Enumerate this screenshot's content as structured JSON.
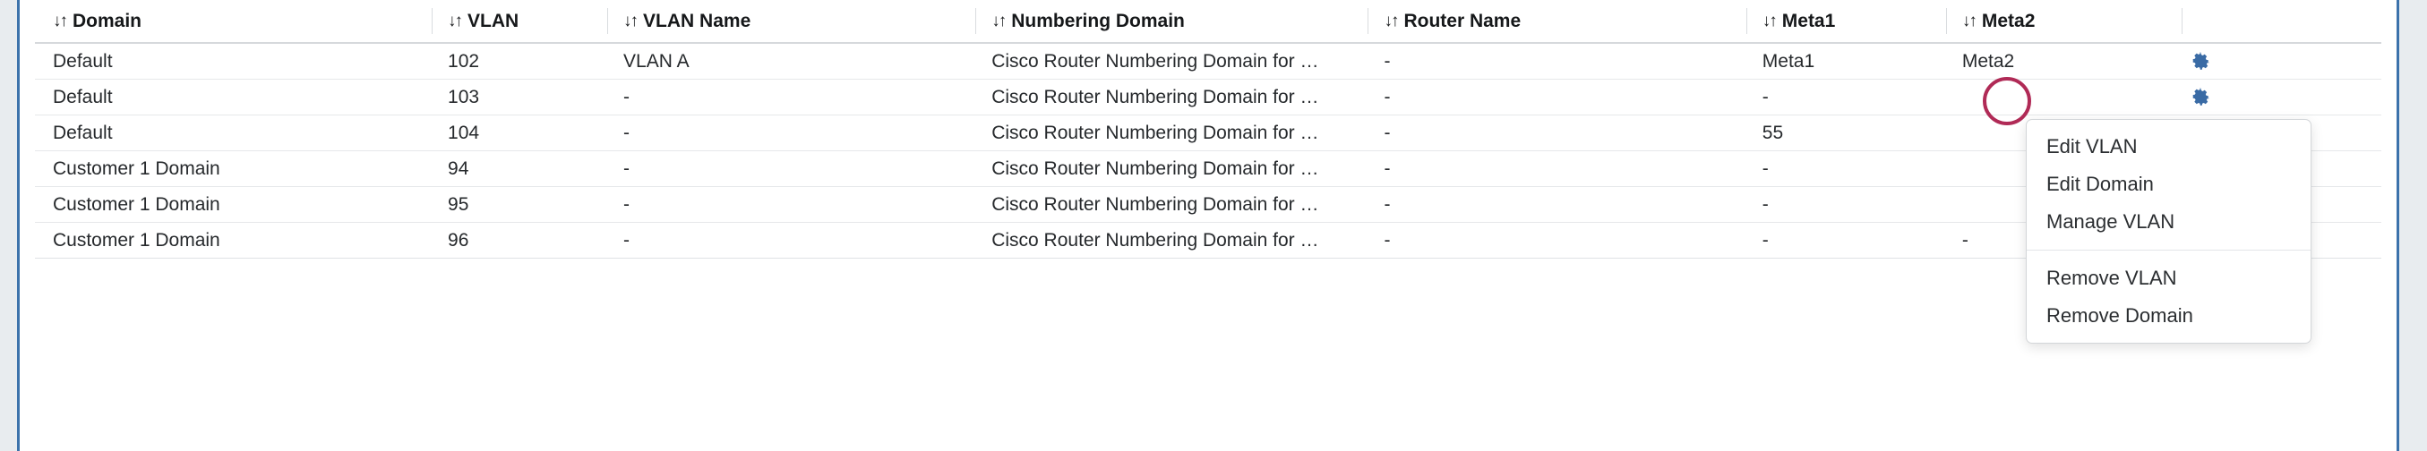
{
  "table": {
    "columns": [
      {
        "key": "domain",
        "label": "Domain",
        "sort_icon": "sort-updown-icon"
      },
      {
        "key": "vlan",
        "label": "VLAN",
        "sort_icon": "sort-updown-icon"
      },
      {
        "key": "vlan_name",
        "label": "VLAN Name",
        "sort_icon": "sort-updown-icon"
      },
      {
        "key": "num_domain",
        "label": "Numbering Domain",
        "sort_icon": "sort-updown-icon"
      },
      {
        "key": "router_name",
        "label": "Router Name",
        "sort_icon": "sort-updown-icon"
      },
      {
        "key": "meta1",
        "label": "Meta1",
        "sort_icon": "sort-updown-icon"
      },
      {
        "key": "meta2",
        "label": "Meta2",
        "sort_icon": "sort-updown-icon"
      }
    ],
    "sort_glyph": "↓↑",
    "rows": [
      {
        "domain": "Default",
        "vlan": "102",
        "vlan_name": "VLAN A",
        "num_domain": "Cisco Router Numbering Domain for …",
        "router_name": "-",
        "meta1": "Meta1",
        "meta2": "Meta2",
        "actions_icon": "gear-icon"
      },
      {
        "domain": "Default",
        "vlan": "103",
        "vlan_name": "-",
        "num_domain": "Cisco Router Numbering Domain for …",
        "router_name": "-",
        "meta1": "-",
        "meta2": "",
        "actions_icon": "gear-icon"
      },
      {
        "domain": "Default",
        "vlan": "104",
        "vlan_name": "-",
        "num_domain": "Cisco Router Numbering Domain for …",
        "router_name": "-",
        "meta1": "55",
        "meta2": "",
        "actions_icon": "gear-icon"
      },
      {
        "domain": "Customer 1 Domain",
        "vlan": "94",
        "vlan_name": "-",
        "num_domain": "Cisco Router Numbering Domain for …",
        "router_name": "-",
        "meta1": "-",
        "meta2": "",
        "actions_icon": "gear-icon"
      },
      {
        "domain": "Customer 1 Domain",
        "vlan": "95",
        "vlan_name": "-",
        "num_domain": "Cisco Router Numbering Domain for …",
        "router_name": "-",
        "meta1": "-",
        "meta2": "",
        "actions_icon": "gear-icon"
      },
      {
        "domain": "Customer 1 Domain",
        "vlan": "96",
        "vlan_name": "-",
        "num_domain": "Cisco Router Numbering Domain for …",
        "router_name": "-",
        "meta1": "-",
        "meta2": "-",
        "actions_icon": "gear-icon"
      }
    ]
  },
  "context_menu": {
    "open": true,
    "items": [
      {
        "label": "Edit VLAN",
        "name": "menu-item-edit-vlan"
      },
      {
        "label": "Edit Domain",
        "name": "menu-item-edit-domain"
      },
      {
        "label": "Manage VLAN",
        "name": "menu-item-manage-vlan"
      }
    ],
    "items_secondary": [
      {
        "label": "Remove VLAN",
        "name": "menu-item-remove-vlan"
      },
      {
        "label": "Remove Domain",
        "name": "menu-item-remove-domain"
      }
    ]
  },
  "annotation": {
    "type": "circle-highlight",
    "color": "#b02a56"
  },
  "colors": {
    "page_background": "#e8ecef",
    "panel_background": "#ffffff",
    "panel_border": "#3c72ab",
    "gear_icon": "#3a6ba5",
    "row_divider": "#e6e8ea",
    "header_divider": "#d6d9dc",
    "text": "#26292c",
    "annotation": "#b02a56"
  }
}
